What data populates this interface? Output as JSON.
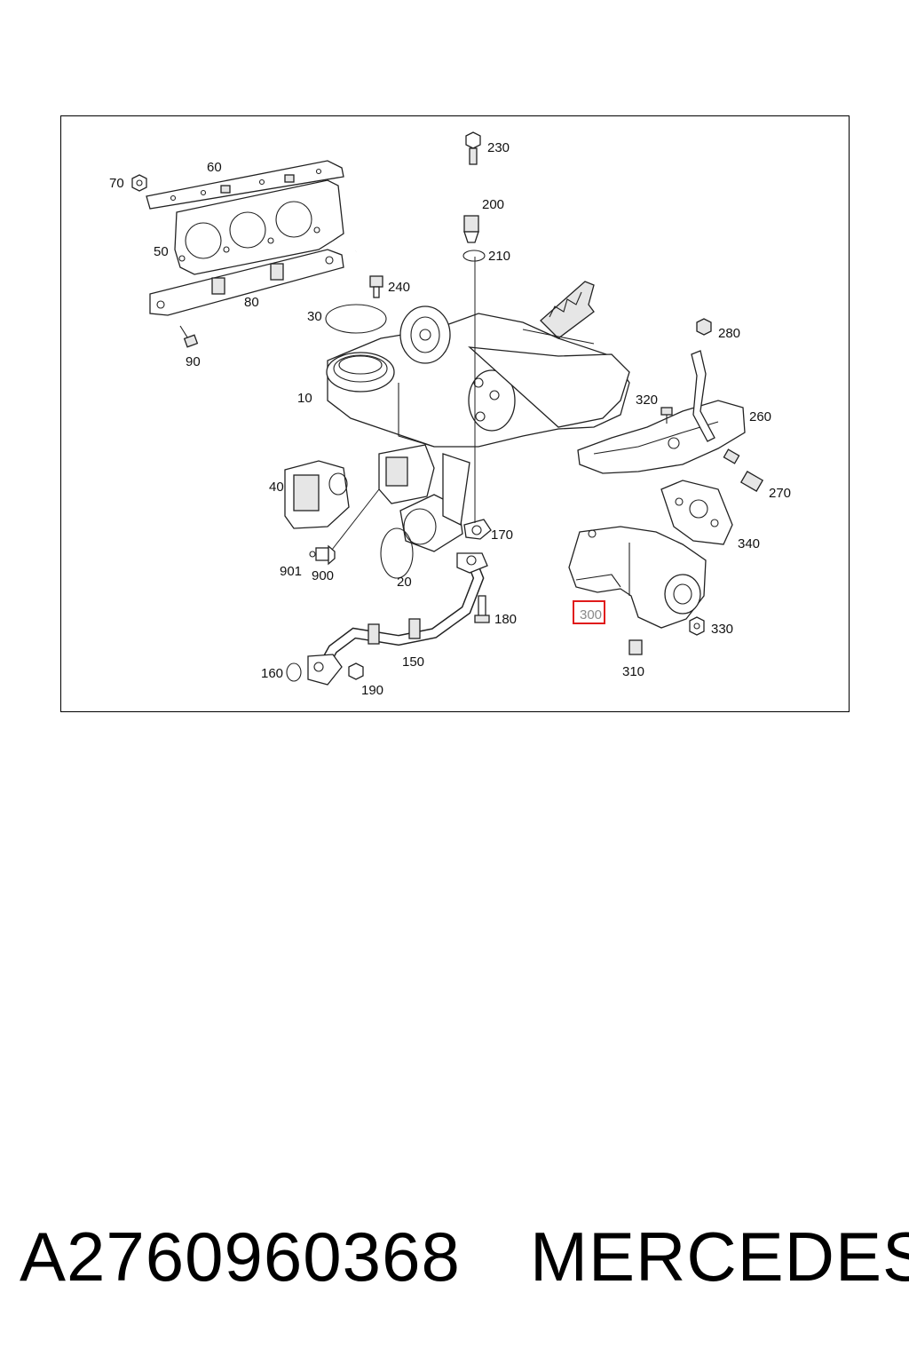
{
  "diagram": {
    "labels": {
      "l10": "10",
      "l20": "20",
      "l30": "30",
      "l40": "40",
      "l50": "50",
      "l60": "60",
      "l70": "70",
      "l80": "80",
      "l90": "90",
      "l150": "150",
      "l160": "160",
      "l170": "170",
      "l180": "180",
      "l190": "190",
      "l200": "200",
      "l210": "210",
      "l230": "230",
      "l240": "240",
      "l260": "260",
      "l270": "270",
      "l280": "280",
      "l300": "300",
      "l310": "310",
      "l320": "320",
      "l330": "330",
      "l340": "340",
      "l900": "900",
      "l901": "901"
    },
    "highlighted_part": "300",
    "highlight_color": "#e01b1b"
  },
  "footer": {
    "part_number": "A2760960368",
    "brand": "MERCEDES"
  }
}
